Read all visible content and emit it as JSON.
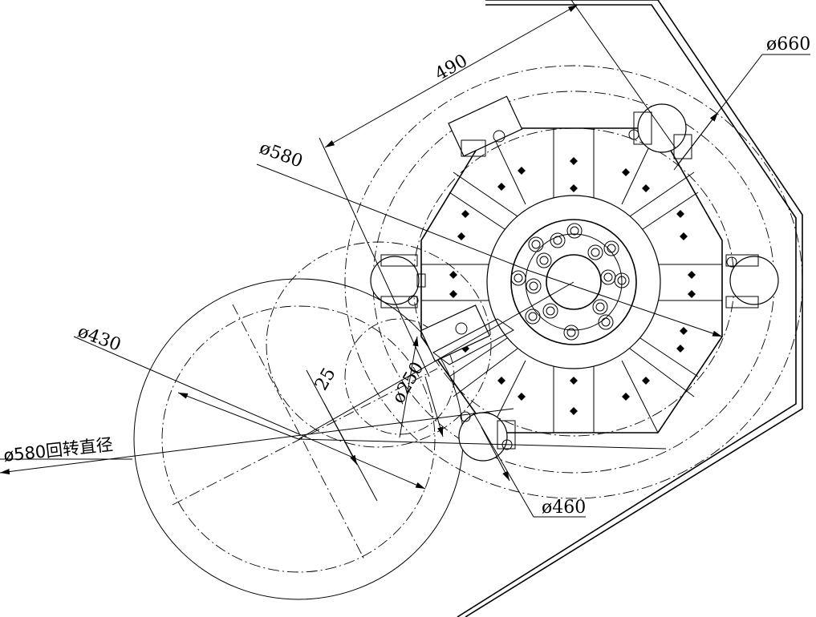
{
  "labels": {
    "d660": "ø660",
    "d580": "ø580",
    "len490": "490",
    "d430": "ø430",
    "d250": "ø250",
    "len25": "25",
    "d580_swing": "ø580回转直径",
    "d460": "ø460"
  }
}
